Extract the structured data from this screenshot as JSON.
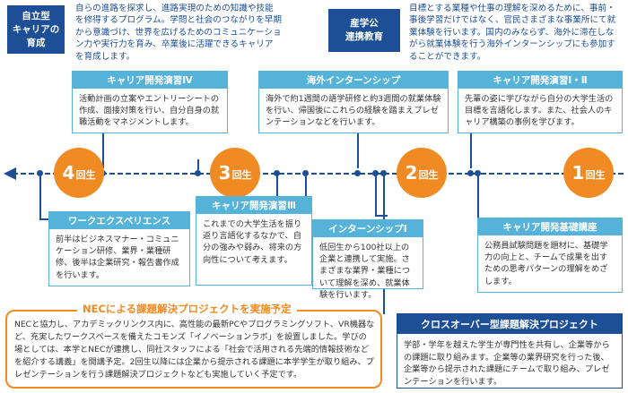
{
  "top_left": {
    "tag": "自立型\nキャリアの\n育成",
    "text": "自らの進路を探求し、進路実現のための知識や技能を修得するプログラム。学問と社会のつながりを早期から意識づけ、世界を広げるためのコミュニケーション力や実行力を育み、卒業後に活躍できるキャリアを育成します。"
  },
  "top_right": {
    "tag": "産学公\n連携教育",
    "text": "目標とする業種や仕事の理解を深めるために、事前・事後学習だけではなく、官民さまざまな事業所にて就業体験を行います。国内のみならず、海外に滞在しながら就業体験を行う海外インターンシップにも参加することができます。"
  },
  "circles": [
    {
      "num": "4",
      "unit": "回生"
    },
    {
      "num": "3",
      "unit": "回生"
    },
    {
      "num": "2",
      "unit": "回生"
    },
    {
      "num": "1",
      "unit": "回生"
    }
  ],
  "boxes": {
    "career4": {
      "title": "キャリア開発演習Ⅳ",
      "body": "活動計画の立案やエントリーシートの作成、面接対策を行い、自分自身の就職活動をマネジメントします。"
    },
    "overseas": {
      "title": "海外インターンシップ",
      "body": "海外で約1週間の語学研修と約3週間の就業体験を行い、帰国後にこれらの経験を踏まえプレゼンテーションなどを行います。"
    },
    "career12": {
      "title": "キャリア開発演習Ⅰ・Ⅱ",
      "body": "先輩の姿に学びながら自分の大学生活の目標を言語化します。また、社会人のキャリア構築の事例を学びます。"
    },
    "work": {
      "title": "ワークエクスペリエンス",
      "body": "前半はビジネスマナー・コミュニケーション研修、業界・業種研修、後半は企業研究・報告書作成を行います。"
    },
    "career3": {
      "title": "キャリア開発演習Ⅲ",
      "body": "これまでの大学生活を振り返り言語化するなかで、自分の強みや弱み、将来の方向性について考えます。"
    },
    "intern1": {
      "title": "インターンシップⅠ",
      "body": "低回生から100社以上の企業と連携して実施。さまざまな業界・業種について理解を深め、就業体験を行います。"
    },
    "basic": {
      "title": "キャリア開発基礎講座",
      "body": "公務員試験問題を題材に、基礎学力の向上と、チームで成果を出すための思考パターンの理解をめざします。"
    }
  },
  "nec": {
    "title": "NECによる課題解決プロジェクトを実施予定",
    "body": "NECと協力し、アカデミックリンクス内に、高性能の最新PCやプログラミングソフト、VR機器など、充実したワークスペースを備えたコモンズ「イノベーションラボ」を設置しました。学びの場としては、本学とNECが連携し、同社スタッフによる「社会で活用される先端的情報技術などを紹介する講義」を開講予定。2回生以降には企業から提示される課題に本学学生が取り組み、プレゼンテーションを行う課題解決プロジェクトなども実施していく予定です。"
  },
  "cross": {
    "title": "クロスオーバー型課題解決プロジェクト",
    "body": "学部・学年を越えた学生が専門性を共有し、企業等からの課題に取り組みます。企業等の業界研究を行った後、企業等から提示された課題にチームで取り組み、プレゼンテーションを行います。"
  },
  "colors": {
    "navy": "#1c4f95",
    "sky": "#55b2d9",
    "orange": "#f08a22"
  }
}
